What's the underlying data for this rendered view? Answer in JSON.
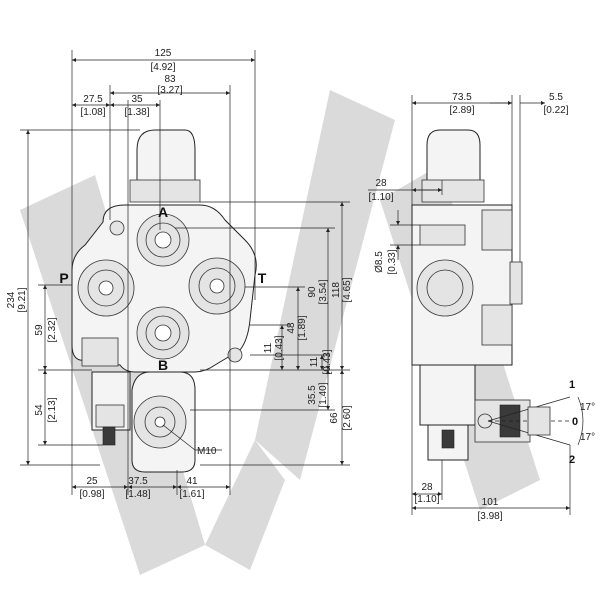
{
  "ports": {
    "a": "A",
    "b": "B",
    "p": "P",
    "t": "T"
  },
  "thread": "M10",
  "front": {
    "top": [
      {
        "v": "125",
        "i": "[4.92]"
      },
      {
        "v": "83",
        "i": "[3.27]"
      },
      {
        "v": "27.5",
        "i": "[1.08]"
      },
      {
        "v": "35",
        "i": "[1.38]"
      }
    ],
    "bottom": [
      {
        "v": "25",
        "i": "[0.98]"
      },
      {
        "v": "37.5",
        "i": "[1.48]"
      },
      {
        "v": "41",
        "i": "[1.61]"
      }
    ],
    "left": [
      {
        "v": "234",
        "i": "[9.21]"
      },
      {
        "v": "59",
        "i": "[2.32]"
      },
      {
        "v": "54",
        "i": "[2.13]"
      }
    ],
    "right": [
      {
        "v": "90",
        "i": "[3.54]"
      },
      {
        "v": "118",
        "i": "[4.65]"
      },
      {
        "v": "48",
        "i": "[1.89]"
      },
      {
        "v": "11",
        "i": "[0.43]"
      },
      {
        "v": "11",
        "i": "[0.43]"
      },
      {
        "v": "35.5",
        "i": "[1.40]"
      },
      {
        "v": "66",
        "i": "[2.60]"
      }
    ]
  },
  "side": {
    "top": [
      {
        "v": "73.5",
        "i": "[2.89]"
      },
      {
        "v": "5.5",
        "i": "[0.22]"
      },
      {
        "v": "28",
        "i": "[1.10]"
      }
    ],
    "dia": {
      "v": "Ø8.5",
      "i": "[0.33]"
    },
    "bottom": [
      {
        "v": "28",
        "i": "[1.10]"
      },
      {
        "v": "101",
        "i": "[3.98]"
      }
    ],
    "lever": {
      "pos1": "1",
      "pos0": "0",
      "pos2": "2",
      "ang1": "17°",
      "ang2": "17°"
    }
  }
}
